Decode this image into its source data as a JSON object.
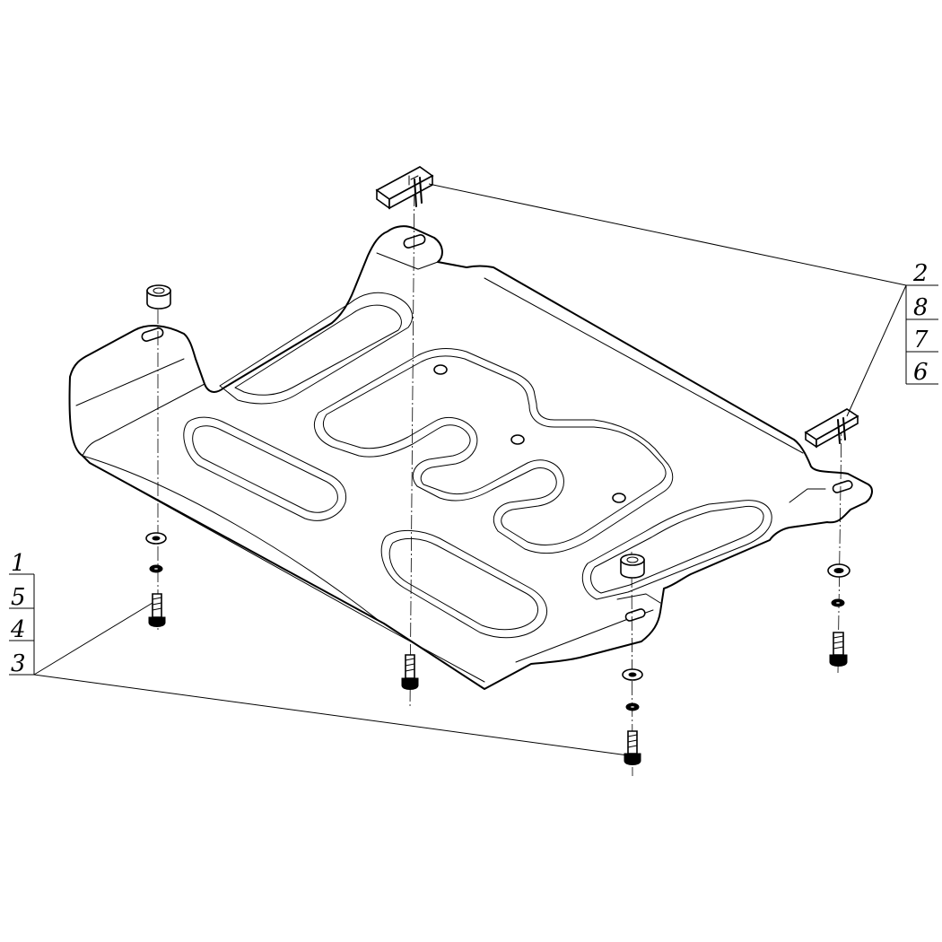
{
  "callouts": {
    "left": [
      "1",
      "5",
      "4",
      "3"
    ],
    "right": [
      "2",
      "8",
      "7",
      "6"
    ]
  }
}
